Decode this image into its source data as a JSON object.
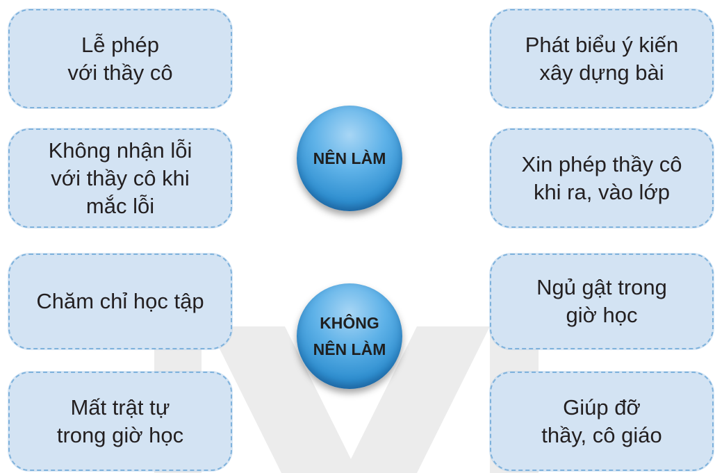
{
  "hubs": {
    "should": "NÊN LÀM",
    "should_not": "KHÔNG\nNÊN LÀM"
  },
  "cards": {
    "left": [
      "Lễ phép\nvới thầy cô",
      "Không nhận lỗi\nvới thầy cô khi\nmắc lỗi",
      "Chăm chỉ học tập",
      "Mất trật tự\ntrong giờ học"
    ],
    "right": [
      "Phát biểu ý kiến\nxây dựng bài",
      "Xin phép thầy cô\nkhi ra, vào lớp",
      "Ngủ gật trong\ngiờ học",
      "Giúp đỡ\nthầy, cô giáo"
    ]
  },
  "colors": {
    "card_fill": "#d3e3f3",
    "card_border": "#7fb2dc",
    "hub_blue": "#3a97d6"
  }
}
